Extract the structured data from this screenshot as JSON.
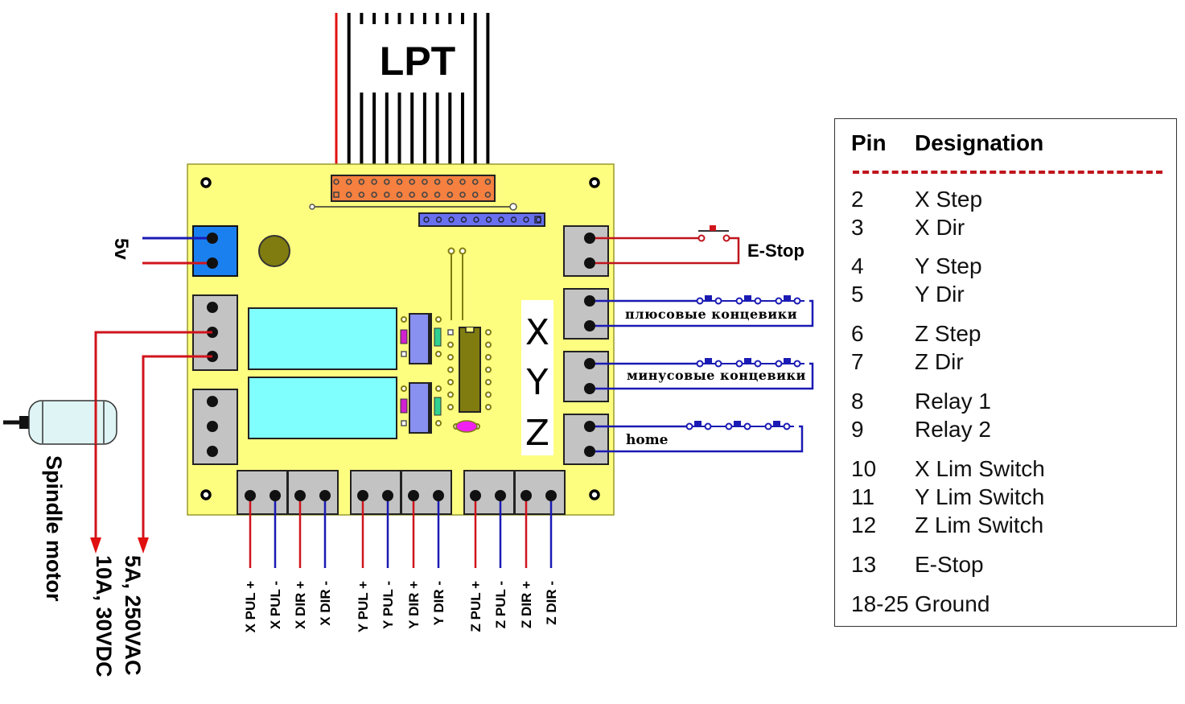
{
  "lpt": {
    "label": "LPT"
  },
  "power": {
    "label": "5v"
  },
  "estop": {
    "label": "E-Stop"
  },
  "limits": {
    "plus_label": "плюсовые концевики",
    "minus_label": "минусовые концевики",
    "home_label": "home"
  },
  "axes_panel": {
    "x": "X",
    "y": "Y",
    "z": "Z"
  },
  "spindle": {
    "label": "Spindle motor",
    "rating_1": "5A, 250VAC",
    "rating_2": "10A, 30VDC"
  },
  "driver_outputs": [
    "X PUL +",
    "X PUL -",
    "X DIR +",
    "X DIR -",
    "Y PUL +",
    "Y PUL -",
    "Y DIR +",
    "Y DIR -",
    "Z PUL +",
    "Z PUL -",
    "Z DIR +",
    "Z DIR -"
  ],
  "pin_table": {
    "header_pin": "Pin",
    "header_designation": "Designation",
    "rows": [
      {
        "pin": "2",
        "designation": "X Step"
      },
      {
        "pin": "3",
        "designation": "X Dir"
      },
      {
        "pin": "4",
        "designation": "Y Step"
      },
      {
        "pin": "5",
        "designation": "Y Dir"
      },
      {
        "pin": "6",
        "designation": "Z Step"
      },
      {
        "pin": "7",
        "designation": "Z Dir"
      },
      {
        "pin": "8",
        "designation": "Relay 1"
      },
      {
        "pin": "9",
        "designation": "Relay 2"
      },
      {
        "pin": "10",
        "designation": "X Lim Switch"
      },
      {
        "pin": "11",
        "designation": "Y Lim Switch"
      },
      {
        "pin": "12",
        "designation": "Z Lim Switch"
      },
      {
        "pin": "13",
        "designation": "E-Stop"
      },
      {
        "pin": "18-25",
        "designation": "Ground"
      }
    ]
  },
  "colors": {
    "board": "#fdfd80",
    "wire_positive": "#d0141c",
    "wire_negative": "#1a1ab4",
    "terminal": "#c3c3c3",
    "relay": "#80ffff",
    "lpt_header": "#f58040",
    "header_blue": "#6870f0",
    "power_terminal": "#1a80f0"
  }
}
